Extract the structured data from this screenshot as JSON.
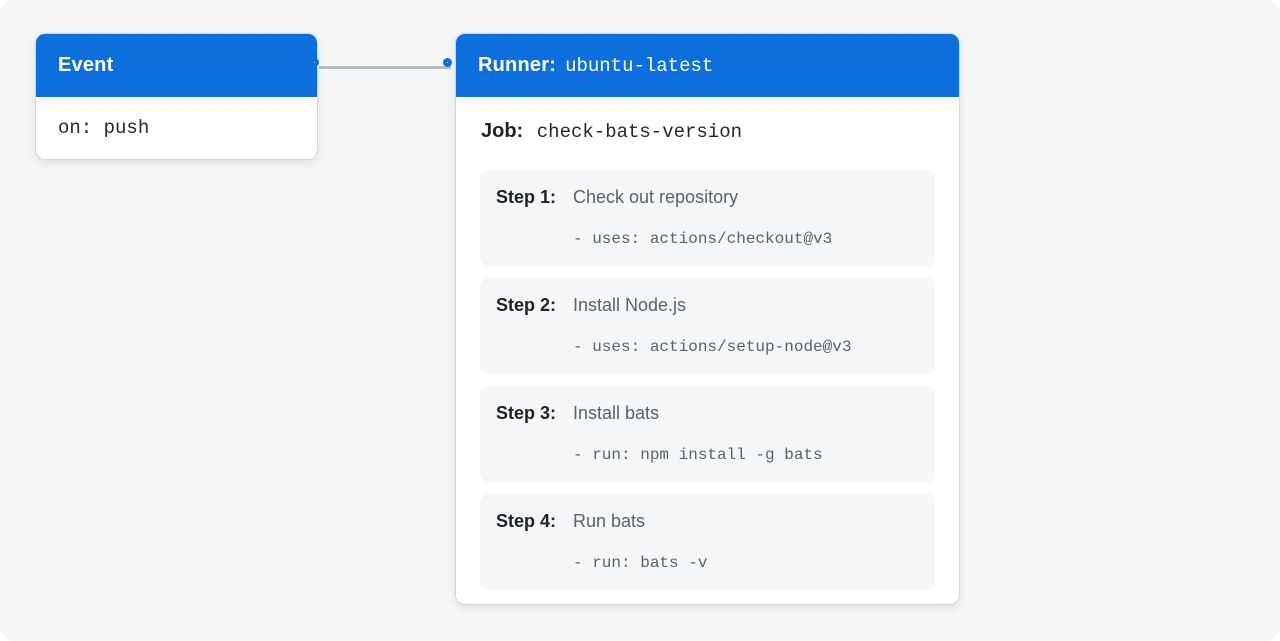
{
  "colors": {
    "header_blue": "#0d6edd",
    "canvas_background": "#f4f6f8",
    "card_border": "#d0d7de",
    "step_background": "#f4f6f8",
    "text_dark": "#1f2328",
    "text_gray": "#59626d",
    "connector_gray": "#b3bac1"
  },
  "event_card": {
    "title": "Event",
    "trigger": "on: push"
  },
  "runner_card": {
    "title_label": "Runner:",
    "title_value": "ubuntu-latest",
    "job_label": "Job:",
    "job_value": "check-bats-version",
    "steps": [
      {
        "label": "Step 1:",
        "title": "Check out repository",
        "code": "- uses: actions/checkout@v3"
      },
      {
        "label": "Step 2:",
        "title": "Install Node.js",
        "code": "- uses: actions/setup-node@v3"
      },
      {
        "label": "Step 3:",
        "title": "Install bats",
        "code": "- run: npm install -g bats"
      },
      {
        "label": "Step 4:",
        "title": "Run bats",
        "code": "- run: bats -v"
      }
    ]
  }
}
